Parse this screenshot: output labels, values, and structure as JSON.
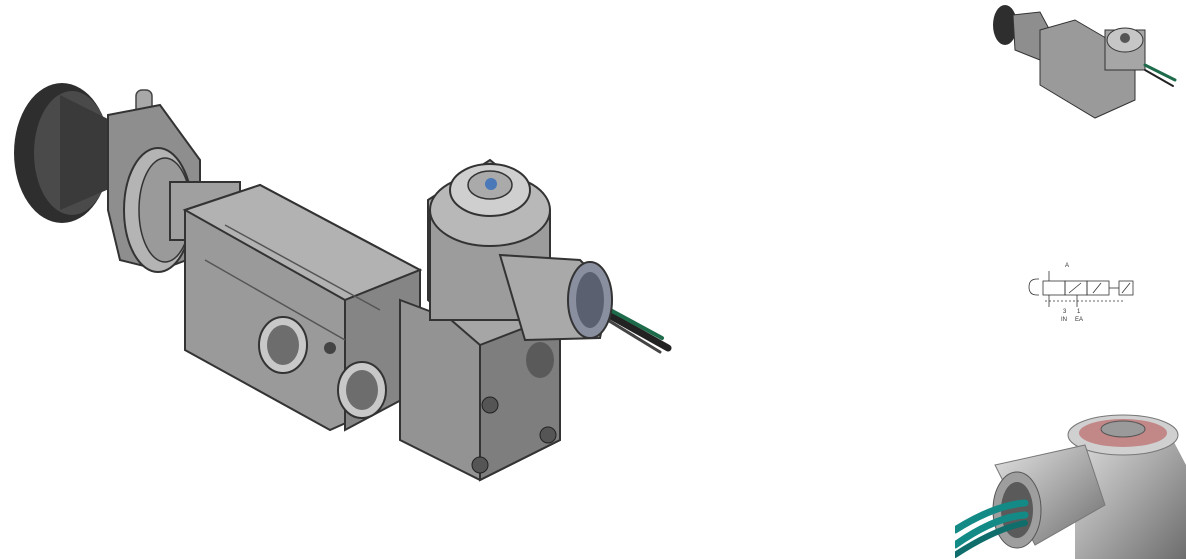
{
  "main_view": {
    "icon": "solenoid-valve-cad-render"
  },
  "thumbnails": [
    {
      "icon": "valve-assembly-thumbnail"
    },
    {
      "icon": "pneumatic-schematic-symbol",
      "labels": {
        "a": "A",
        "port_in": "3",
        "in": "IN",
        "port_ea": "1",
        "ea": "EA"
      }
    },
    {
      "icon": "solenoid-coil-photo-thumbnail"
    }
  ],
  "colors": {
    "body_metal": "#9a9a9a",
    "dark_knob": "#2e2e2e",
    "wire_green": "#1d6b4a",
    "wire_teal": "#138a86",
    "coil_red": "#b74a4a"
  }
}
